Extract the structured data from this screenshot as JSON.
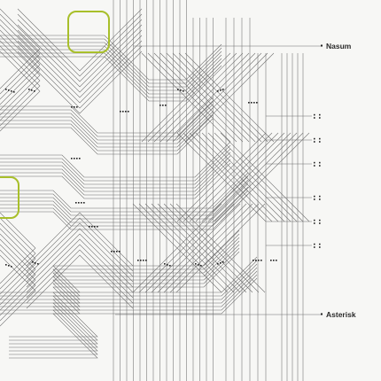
{
  "labels": {
    "top": "Nasum",
    "bottom": "Asterisk"
  },
  "colors": {
    "background": "#f7f7f5",
    "line": "#6e6e6e",
    "marker": "#222222",
    "highlight": "#a8bf2a"
  },
  "right_terminals": 6
}
